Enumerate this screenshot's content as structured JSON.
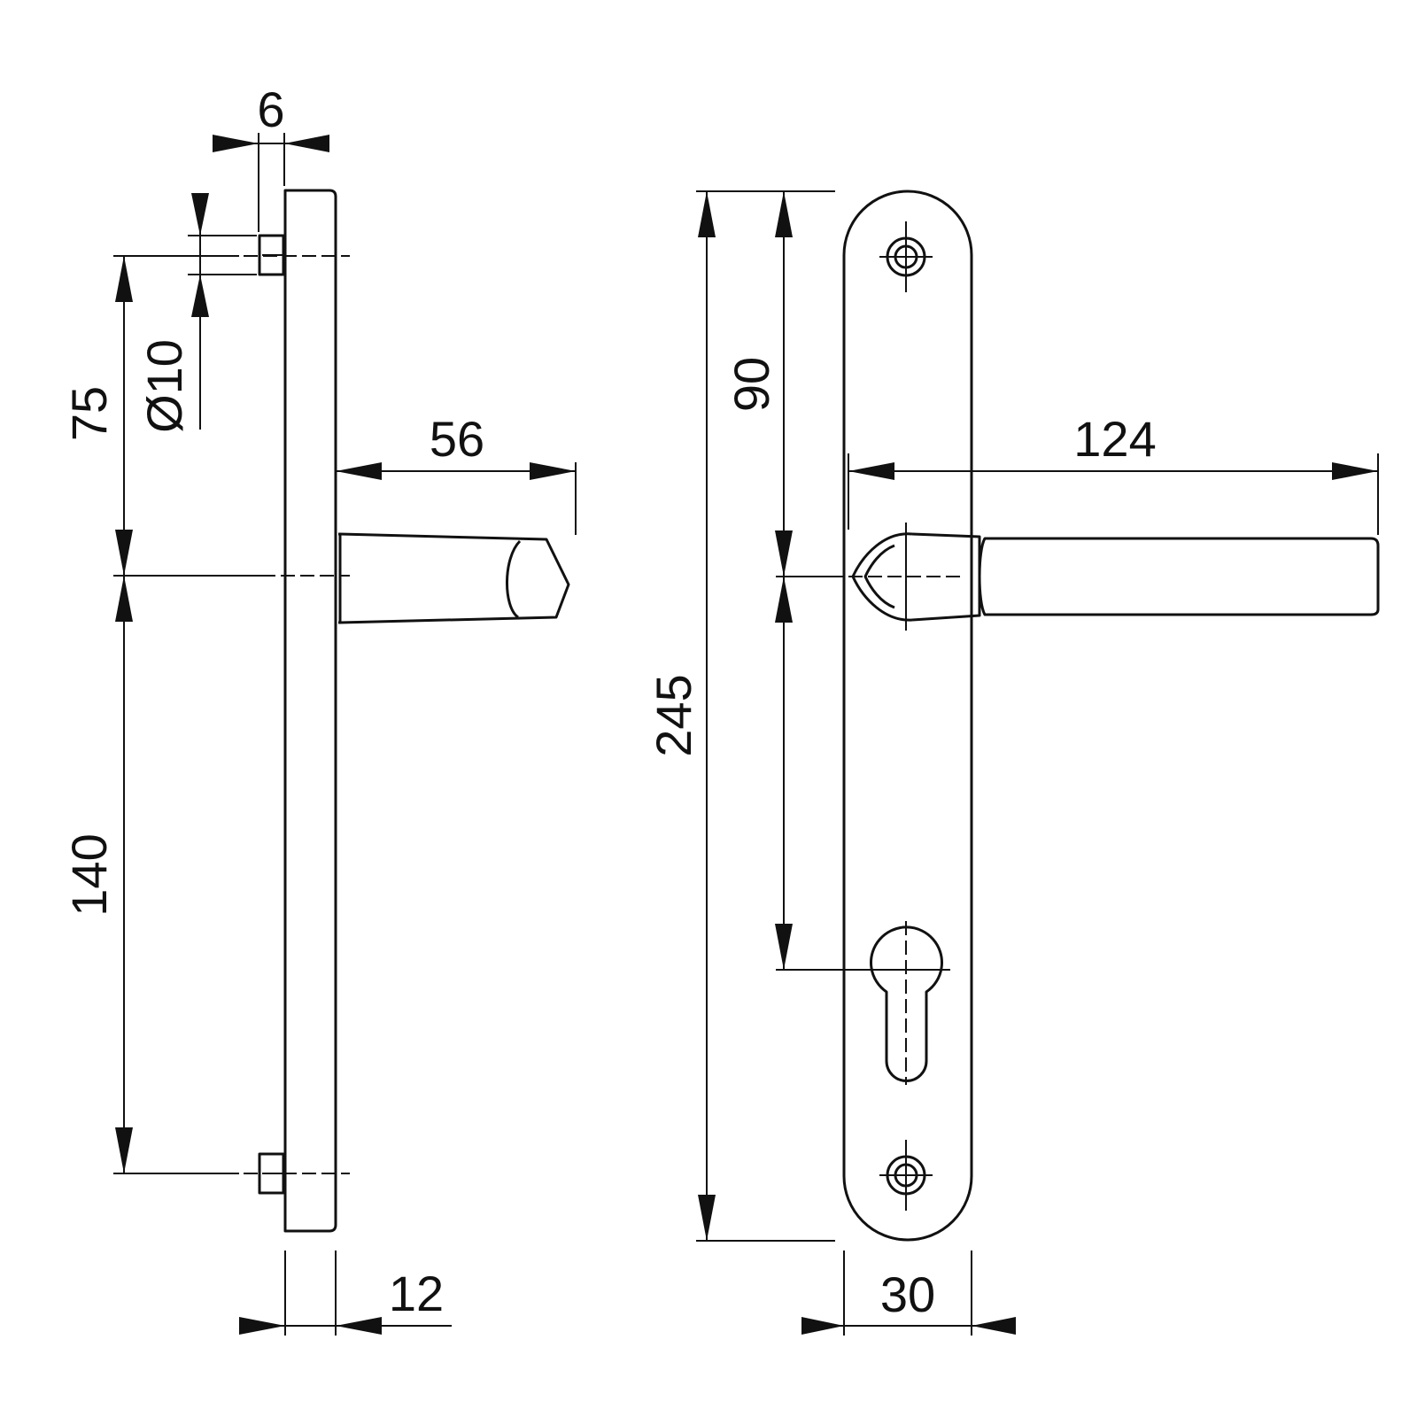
{
  "colors": {
    "line": "#111111",
    "background": "#ffffff"
  },
  "side_view": {
    "dim_rose_thickness": "6",
    "dim_screw_dia": "Ø10",
    "dim_upper_screw_to_lever": "75",
    "dim_lever_projection": "56",
    "dim_lever_to_lower_screw": "140",
    "dim_plate_thickness": "12"
  },
  "front_view": {
    "dim_plate_height": "245",
    "dim_top_to_lever": "90",
    "dim_lever_length": "124",
    "dim_plate_width": "30"
  }
}
